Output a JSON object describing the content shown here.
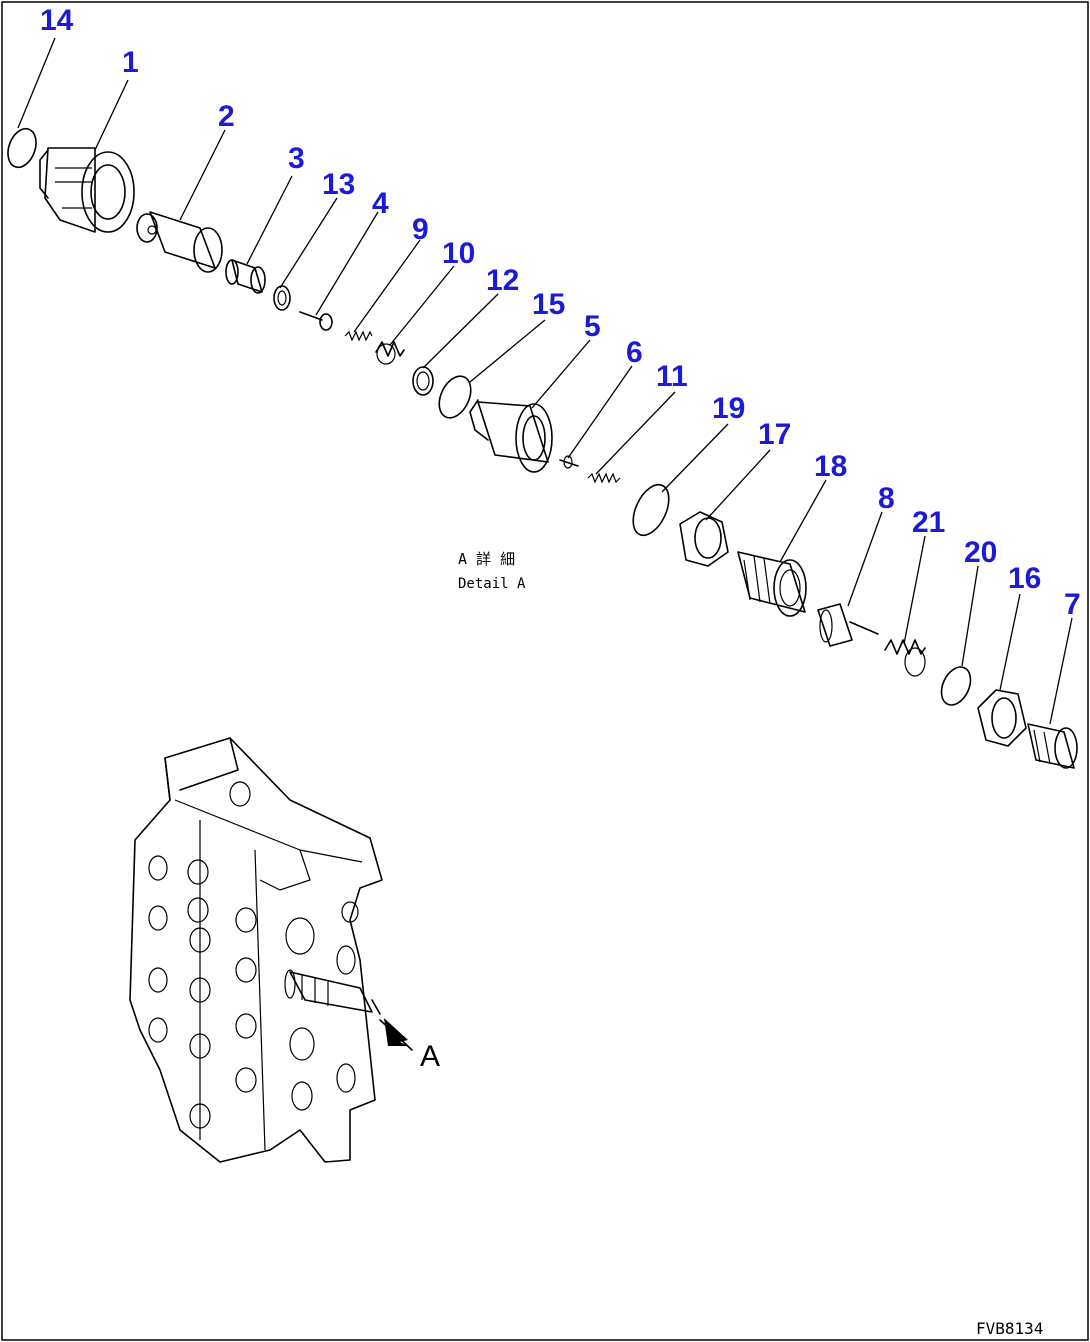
{
  "detail": {
    "title_jp": "A 詳 細",
    "title_en": "Detail A",
    "arrow_label": "A"
  },
  "drawing_number": "FVB8134",
  "callouts": [
    "14",
    "1",
    "2",
    "3",
    "13",
    "4",
    "9",
    "10",
    "12",
    "15",
    "5",
    "6",
    "11",
    "19",
    "17",
    "18",
    "8",
    "21",
    "20",
    "16",
    "7"
  ]
}
